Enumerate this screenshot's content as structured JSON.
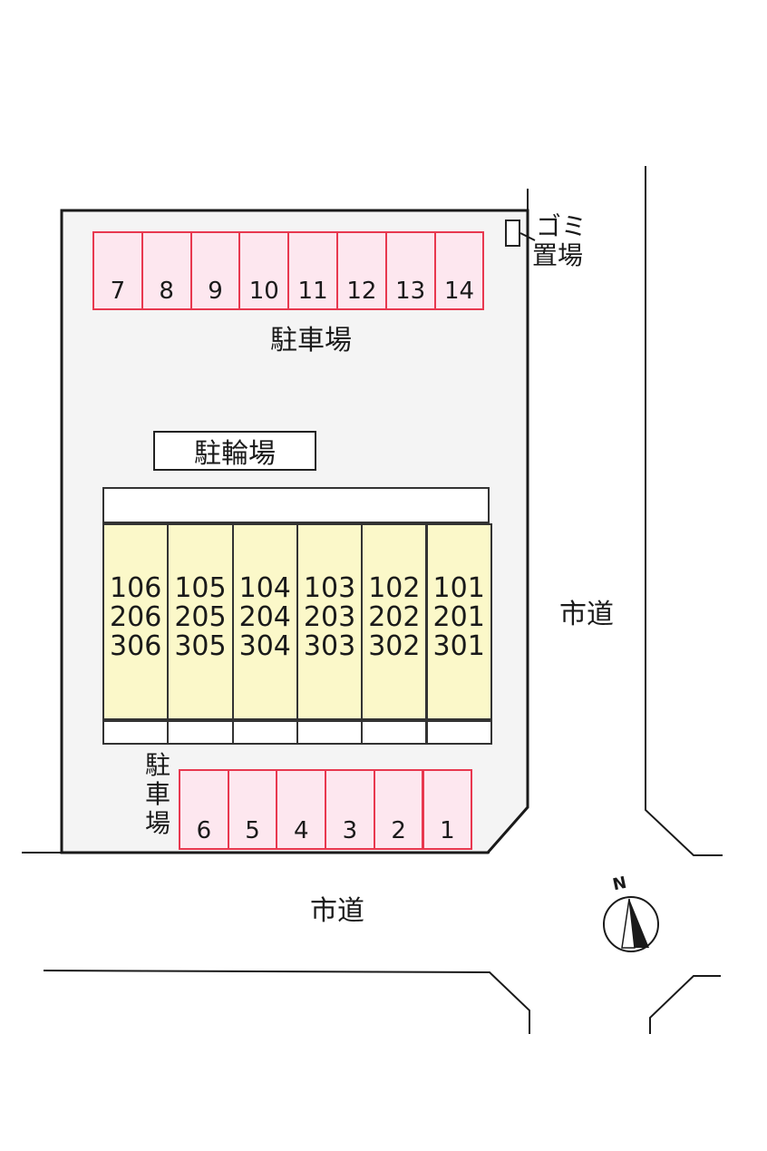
{
  "parking_top": {
    "label": "駐車場",
    "slots": [
      "7",
      "8",
      "9",
      "10",
      "11",
      "12",
      "13",
      "14"
    ]
  },
  "parking_bottom": {
    "label_chars": [
      "駐",
      "車",
      "場"
    ],
    "slots": [
      "6",
      "5",
      "4",
      "3",
      "2",
      "1"
    ]
  },
  "bicycle_parking": {
    "label": "駐輪場"
  },
  "building_units": [
    {
      "floors": [
        "106",
        "206",
        "306"
      ]
    },
    {
      "floors": [
        "105",
        "205",
        "305"
      ]
    },
    {
      "floors": [
        "104",
        "204",
        "304"
      ]
    },
    {
      "floors": [
        "103",
        "203",
        "303"
      ]
    },
    {
      "floors": [
        "102",
        "202",
        "302"
      ]
    },
    {
      "floors": [
        "101",
        "201",
        "301"
      ]
    }
  ],
  "garbage": {
    "line1": "ゴミ",
    "line2": "置場"
  },
  "roads": {
    "east": "市道",
    "south": "市道"
  },
  "compass": {
    "label": "N"
  },
  "colors": {
    "parking_border": "#e8384f",
    "parking_fill": "#fde7ef",
    "building_fill": "#fbf8c9",
    "lot_fill": "#f4f4f4"
  }
}
